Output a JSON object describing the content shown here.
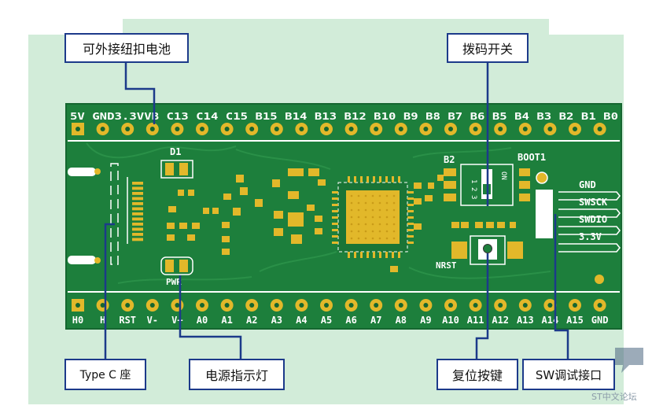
{
  "labels": {
    "battery": "可外接纽扣电池",
    "dip_switch": "拨码开关",
    "type_c": "Type C 座",
    "power_led": "电源指示灯",
    "reset_button": "复位按键",
    "sw_port": "SW调试接口"
  },
  "board": {
    "top_pins": [
      "5V",
      "GND",
      "3.3V",
      "VB",
      "C13",
      "C14",
      "C15",
      "B15",
      "B14",
      "B13",
      "B12",
      "B10",
      "B9",
      "B8",
      "B7",
      "B6",
      "B5",
      "B4",
      "B3",
      "B2",
      "B1",
      "B0"
    ],
    "top_pins_text": "5V GND3.3VVB C13 C14 C15 B15 B14 B13 B12 B10 B9 B8 B7 B6 B5 B4 B3 B2 B1 B0",
    "bottom_pins": [
      "H0",
      "H",
      "RST",
      "V-",
      "V+",
      "A0",
      "A1",
      "A2",
      "A3",
      "A4",
      "A5",
      "A6",
      "A7",
      "A8",
      "A9",
      "A10",
      "A11",
      "A12",
      "A13",
      "A14",
      "A15",
      "GND"
    ],
    "silk": {
      "d1": "D1",
      "pwr": "PWR",
      "b2": "B2",
      "boot1": "BOOT1",
      "nrst": "NRST",
      "dip_on": "ON",
      "dip_1": "1",
      "dip_2": "2",
      "dip_3": "3"
    },
    "swd_pins": [
      "GND",
      "SWSCK",
      "SWDIO",
      "3.3V"
    ]
  },
  "watermark": "ST中文论坛",
  "colors": {
    "background": "#d2ecd9",
    "pcb": "#1d7f3c",
    "pcb_dark": "#156630",
    "pad": "#e2b82a",
    "silk": "#ffffff",
    "leader": "#1c3a8a"
  }
}
